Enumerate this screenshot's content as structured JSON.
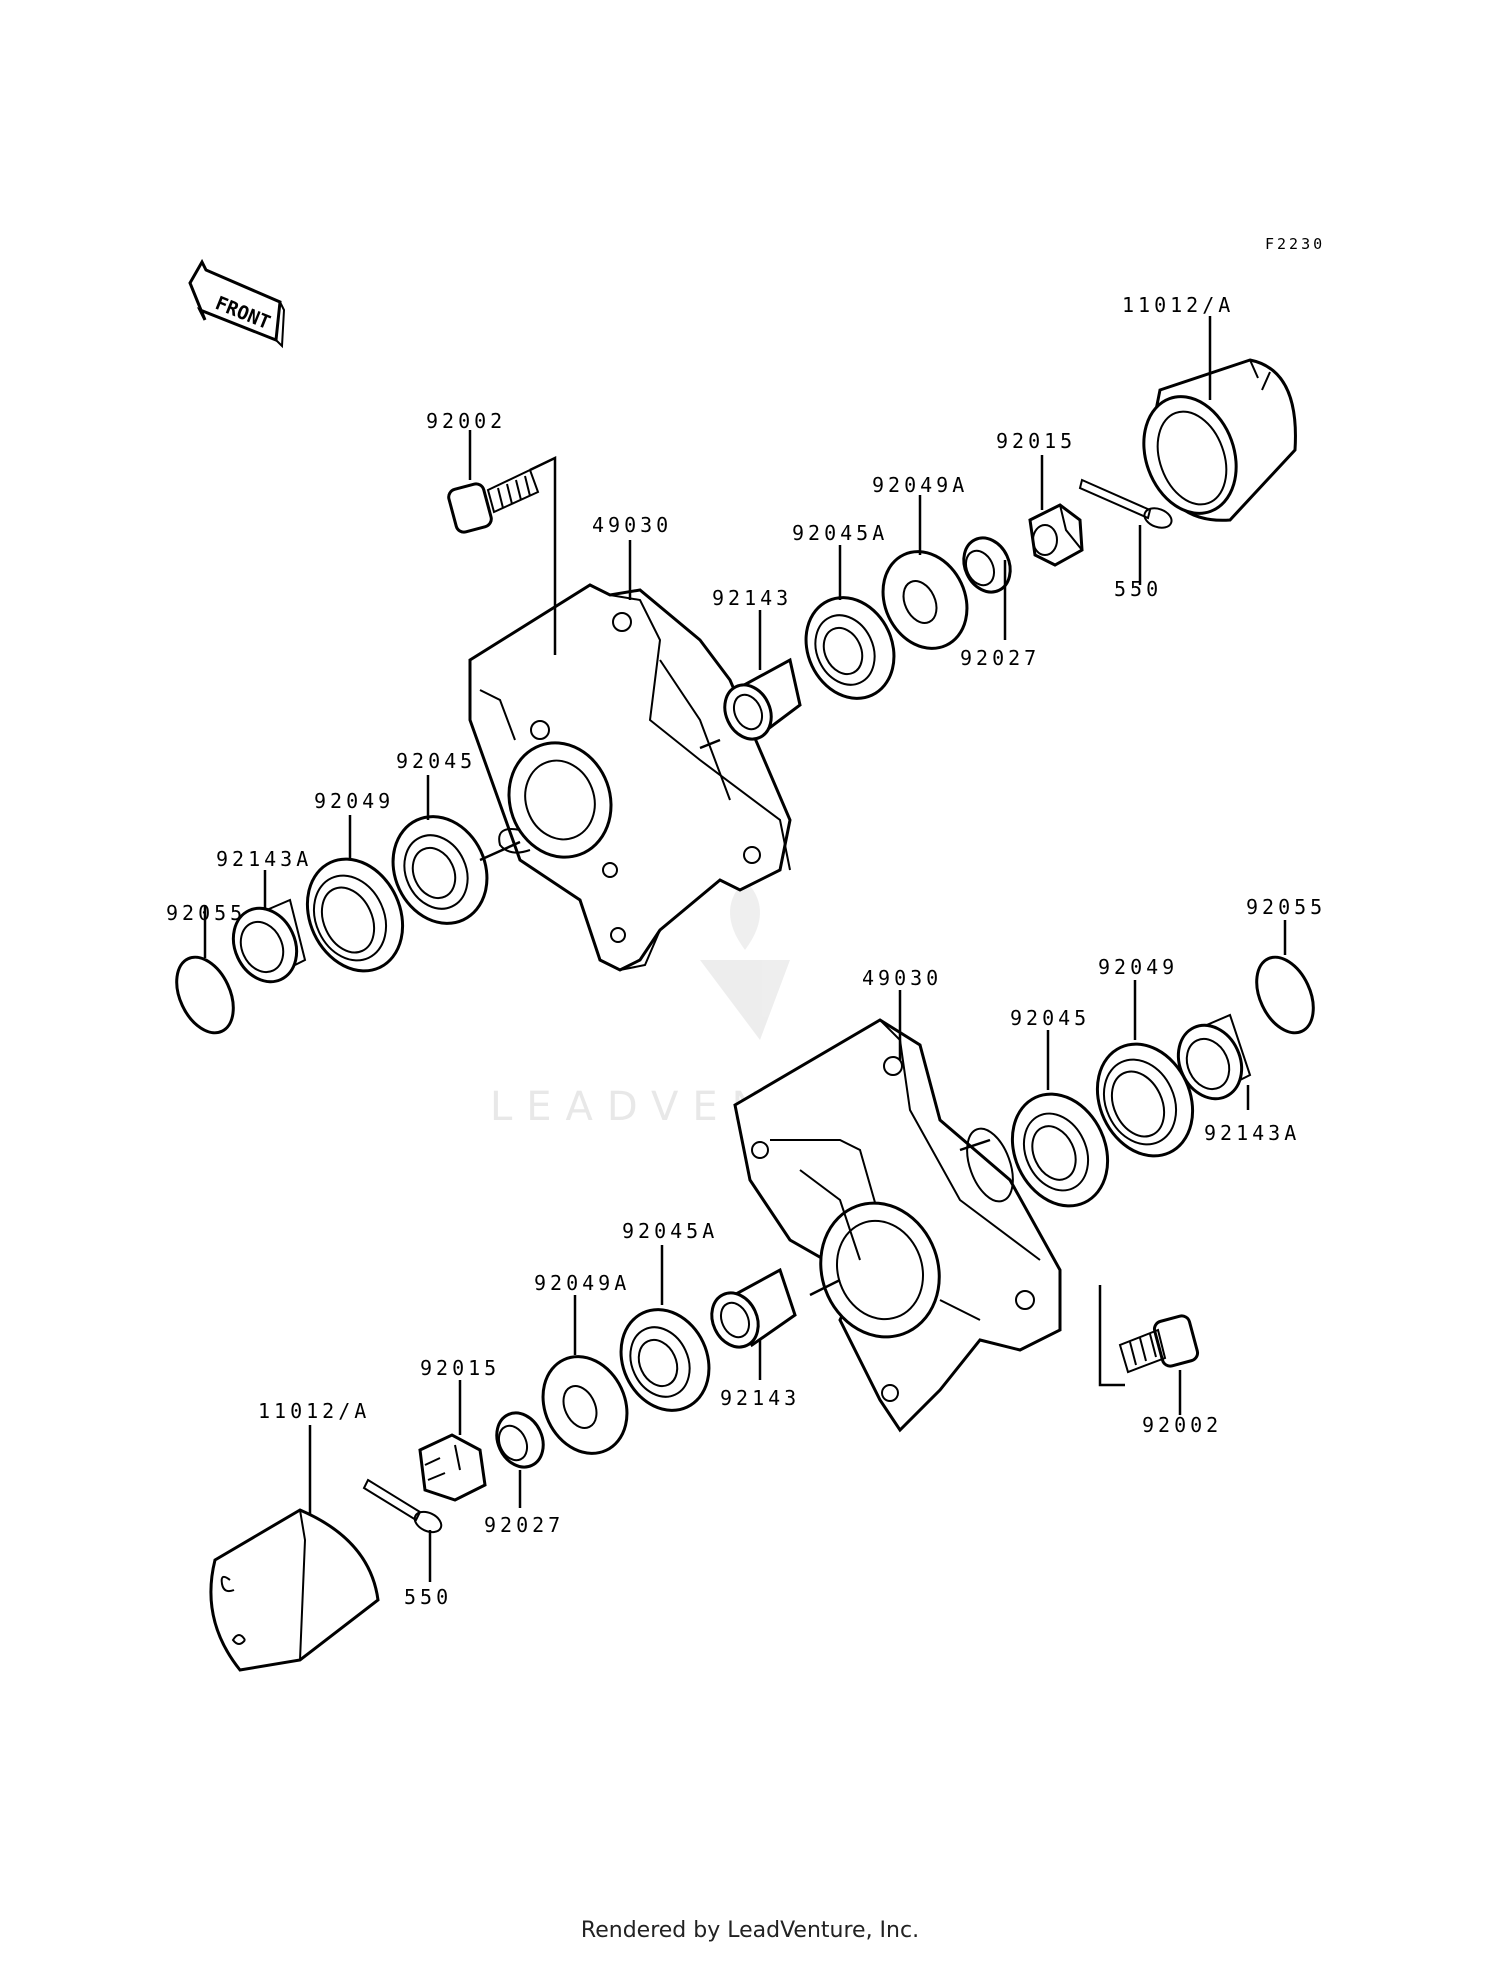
{
  "diagram": {
    "code": "F2230",
    "direction_arrow": {
      "label": "FRONT",
      "icon": "front-arrow-icon"
    },
    "watermark": "LEADVENTURE",
    "footer": "Rendered by LeadVenture, Inc."
  },
  "upper_assembly": {
    "hub": "49030",
    "stud": "92002",
    "collar": "92143",
    "bearing_a": "92045A",
    "seal_a": "92049A",
    "spacer": "92027",
    "nut": "92015",
    "pin": "550",
    "cap": "11012/A",
    "bearing": "92045",
    "seal": "92049",
    "collar_a": "92143A",
    "o_ring": "92055"
  },
  "lower_assembly": {
    "hub": "49030",
    "bearing": "92045",
    "seal": "92049",
    "o_ring": "92055",
    "collar_a": "92143A",
    "bearing_a": "92045A",
    "seal_a": "92049A",
    "collar": "92143",
    "nut": "92015",
    "spacer": "92027",
    "cap": "11012/A",
    "pin": "550",
    "stud": "92002"
  }
}
